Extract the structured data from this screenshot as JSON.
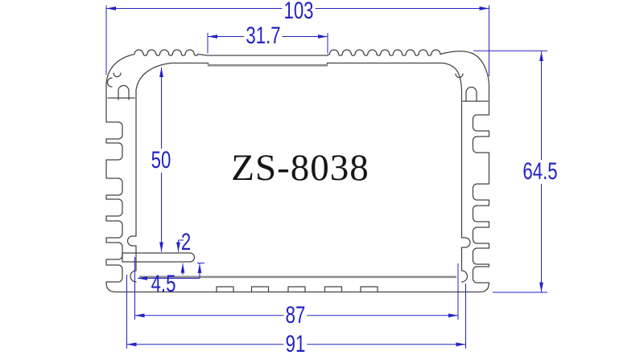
{
  "title": {
    "part_number": "ZS-8038"
  },
  "dimensions": {
    "overall_width": "103",
    "top_channel_width": "31.7",
    "cavity_height": "50",
    "overall_height": "64.5",
    "rail_thickness": "2",
    "base_plate_thickness": "4.5",
    "inner_width": "87",
    "base_width": "91"
  },
  "colors": {
    "dimension_blue": "#2322c4",
    "outline_grey": "#434343",
    "thick_line_grey": "#8f8f8f",
    "label_black": "#161616",
    "background": "#ffffff"
  }
}
